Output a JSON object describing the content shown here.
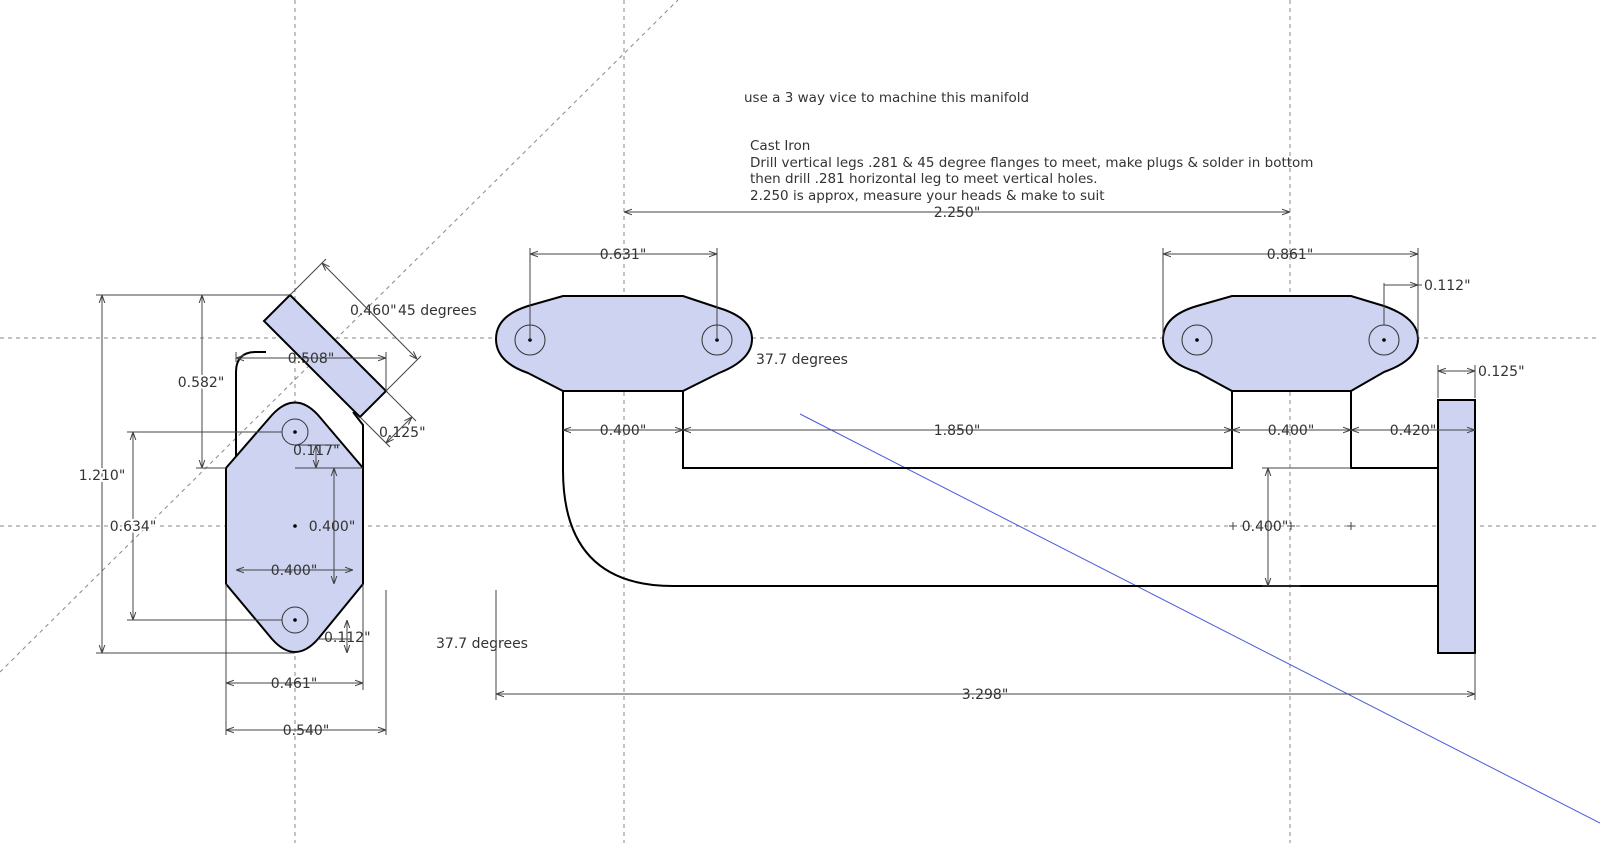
{
  "notes": {
    "vice": "use a 3 way vice to machine this manifold",
    "material": "Cast Iron",
    "line1": "Drill vertical legs .281 & 45 degree flanges to meet, make plugs & solder in bottom",
    "line2": "then drill .281 horizontal leg to meet vertical holes.",
    "line3": "2.250 is approx, measure your heads & make to suit"
  },
  "dimensions": {
    "d_2250": "2.250\"",
    "d_0631": "0.631\"",
    "d_0861": "0.861\"",
    "d_0112_top": "0.112\"",
    "d_0125_flange": "0.125\"",
    "d_0400_a": "0.400\"",
    "d_1850": "1.850\"",
    "d_0400_b": "0.400\"",
    "d_0420": "0.420\"",
    "d_0400_c": "0.400\"",
    "d_3298": "3.298\"",
    "d_0460": "0.460\"",
    "d_0508": "0.508\"",
    "d_0582": "0.582\"",
    "d_0125_side": "0.125\"",
    "d_0117": "0.117\"",
    "d_1210": "1.210\"",
    "d_0634": "0.634\"",
    "d_0400_side_v": "0.400\"",
    "d_0400_side_h": "0.400\"",
    "d_0112_side": "0.112\"",
    "d_0461": "0.461\"",
    "d_0540": "0.540\""
  },
  "angles": {
    "a_45": "45 degrees",
    "a_377_top": "37.7 degrees",
    "a_377_low": "37.7 degrees"
  },
  "colors": {
    "part_fill": "#cdd3f0",
    "guide_line": "#888888",
    "inference_line": "#4a5ad8"
  }
}
